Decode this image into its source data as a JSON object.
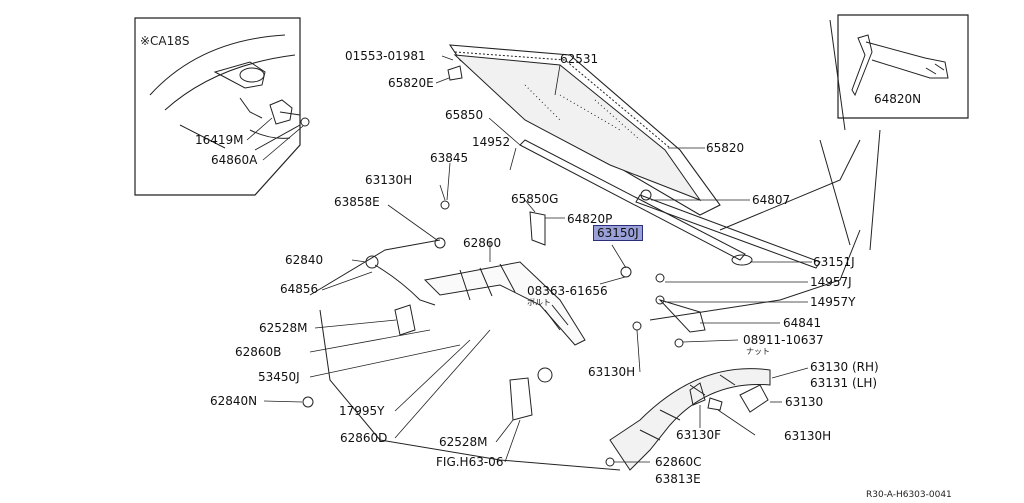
{
  "diagram": {
    "inset_left_title": "※CA18S",
    "highlight_color": "#9aa0d8",
    "line_color": "#222222",
    "footer_code": "R30-A-H6303-0041",
    "parts": {
      "p01553": "01553-01981",
      "p65820E": "65820E",
      "p16419M": "16419M",
      "p64860A": "64860A",
      "p62531": "62531",
      "p65850": "65850",
      "p14952": "14952",
      "p65820": "65820",
      "p63845": "63845",
      "p63130H_top": "63130H",
      "p65850G": "65850G",
      "p64807": "64807",
      "p63858E": "63858E",
      "p64820P": "64820P",
      "p63150J": "63150J",
      "p62860": "62860",
      "p63151J": "63151J",
      "p62840": "62840",
      "p14957J": "14957J",
      "p08363": "08363-61656",
      "p64856": "64856",
      "p14957Y": "14957Y",
      "p64841": "64841",
      "p62528M_top": "62528M",
      "p08911": "08911-10637",
      "p62860B": "62860B",
      "p63130RH": "63130 (RH)",
      "p63131LH": "63131 (LH)",
      "p53450J": "53450J",
      "p63130H_mid": "63130H",
      "p63130": "63130",
      "p62840N": "62840N",
      "p17995Y": "17995Y",
      "p63130H_low": "63130H",
      "p63130F": "63130F",
      "p62860D": "62860D",
      "p62528M_low": "62528M",
      "pFIG": "FIG.H63-06",
      "p62860C": "62860C",
      "p63813E": "63813E",
      "p64820N": "64820N"
    },
    "notes": {
      "bolt": "ボルト",
      "nut": "ナット"
    }
  }
}
